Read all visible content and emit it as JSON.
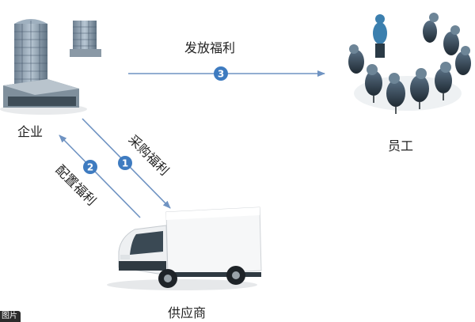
{
  "nodes": {
    "enterprise": {
      "label": "企业"
    },
    "employees": {
      "label": "员工"
    },
    "supplier": {
      "label": "供应商"
    }
  },
  "flows": [
    {
      "number": "1",
      "label": "采购福利"
    },
    {
      "number": "2",
      "label": "配置福利"
    },
    {
      "number": "3",
      "label": "发放福利"
    }
  ],
  "colors": {
    "arrow": "#6f93c2",
    "badge": "#3e7bc0",
    "text": "#222222"
  },
  "corner_tab": {
    "text": "图片"
  }
}
